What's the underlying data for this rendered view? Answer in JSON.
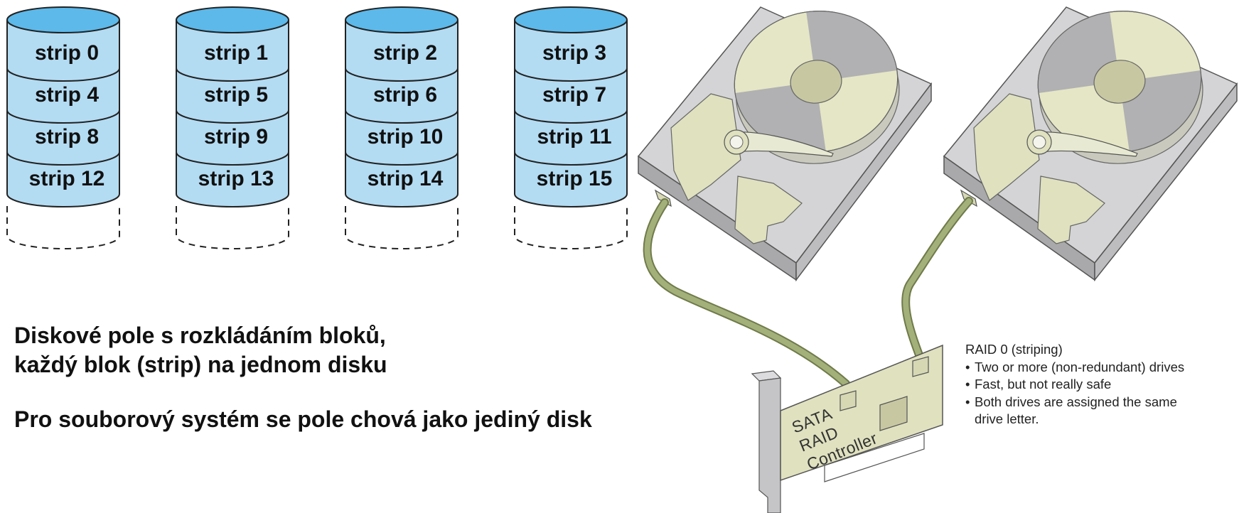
{
  "disks": [
    {
      "strips": [
        "strip 0",
        "strip 4",
        "strip 8",
        "strip 12"
      ]
    },
    {
      "strips": [
        "strip 1",
        "strip 5",
        "strip 9",
        "strip 13"
      ]
    },
    {
      "strips": [
        "strip 2",
        "strip 6",
        "strip 10",
        "strip 14"
      ]
    },
    {
      "strips": [
        "strip 3",
        "strip 7",
        "strip 11",
        "strip 15"
      ]
    }
  ],
  "captions": {
    "line1": "Diskové pole s rozkládáním bloků,",
    "line2": "každý blok (strip) na jednom disku",
    "line3": "Pro souborový systém se pole chová jako jediný disk"
  },
  "raid_note": {
    "title": "RAID 0 (striping)",
    "items": [
      "Two or more (non-redundant) drives",
      "Fast, but not really safe",
      "Both drives are assigned the same",
      "drive letter."
    ]
  },
  "controller_label": [
    "SATA",
    "RAID",
    "Controller"
  ],
  "colors": {
    "cylinder_top": "#5cb9ea",
    "cylinder_body": "#b3dcf3",
    "hdd_case": "#d4d4d6",
    "platter_light": "#e5e6c5",
    "platter_dark": "#b1b1b3",
    "actuator": "#dfe1bf",
    "cable": "#a3b07a",
    "card": "#e0e1bf",
    "bracket": "#c5c5c7"
  }
}
